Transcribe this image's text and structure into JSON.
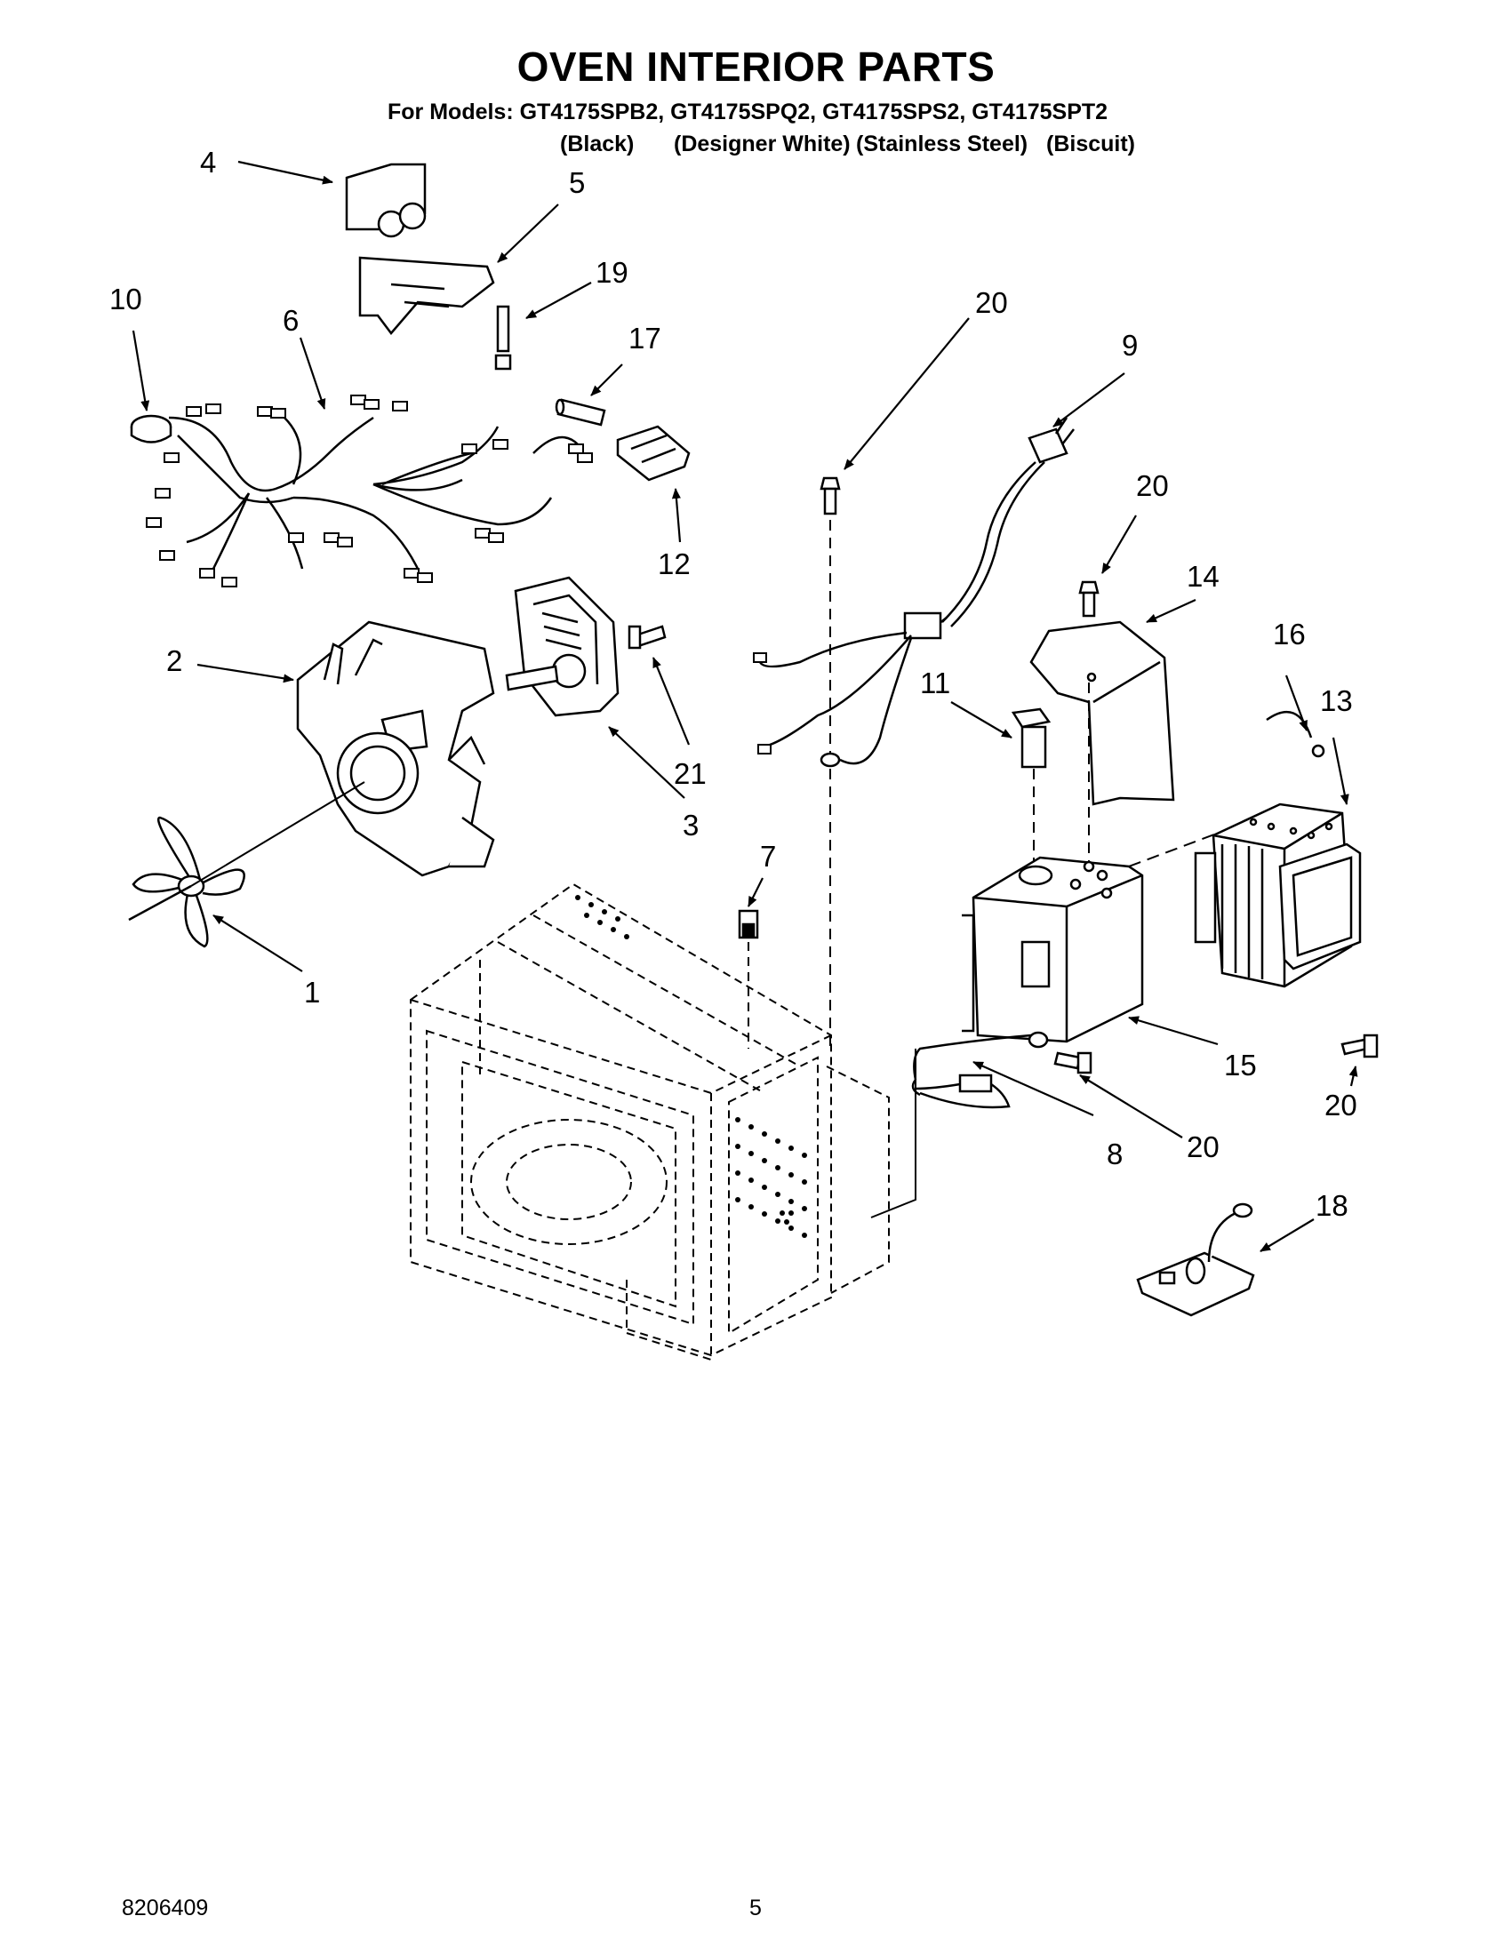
{
  "header": {
    "title": "OVEN INTERIOR PARTS",
    "models_line": "For Models: GT4175SPB2, GT4175SPQ2, GT4175SPS2, GT4175SPT2",
    "colors": [
      "(Black)",
      "(Designer White)",
      "(Stainless Steel)",
      "(Biscuit)"
    ]
  },
  "callouts": [
    "4",
    "5",
    "19",
    "10",
    "6",
    "17",
    "20",
    "9",
    "12",
    "20",
    "14",
    "16",
    "13",
    "2",
    "11",
    "21",
    "3",
    "7",
    "1",
    "15",
    "20",
    "8",
    "20",
    "18"
  ],
  "footer": {
    "doc_number": "8206409",
    "page_number": "5"
  }
}
